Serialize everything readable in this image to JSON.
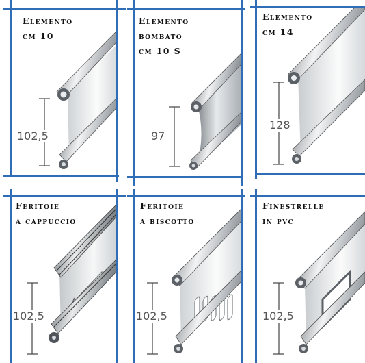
{
  "panels": [
    {
      "id": "elemento-cm10",
      "title": [
        "Elemento",
        "cm 10"
      ],
      "dimension": "102,5"
    },
    {
      "id": "elemento-bombato-cm10s",
      "title": [
        "Elemento",
        "bombato",
        "cm 10 S"
      ],
      "dimension": "97"
    },
    {
      "id": "elemento-cm14",
      "title": [
        "Elemento",
        "cm 14"
      ],
      "dimension": "128"
    },
    {
      "id": "feritoie-a-cappuccio",
      "title": [
        "Feritoie",
        "a cappuccio"
      ],
      "dimension": "102,5"
    },
    {
      "id": "feritoie-a-biscotto",
      "title": [
        "Feritoie",
        "a biscotto"
      ],
      "dimension": "102,5"
    },
    {
      "id": "finestrelle-in-pvc",
      "title": [
        "Finestrelle",
        "in pvc"
      ],
      "dimension": "102,5"
    }
  ],
  "colors": {
    "frame": "#2f6db7",
    "metal_light": "#eef0f1",
    "metal_dark": "#5b6166"
  }
}
